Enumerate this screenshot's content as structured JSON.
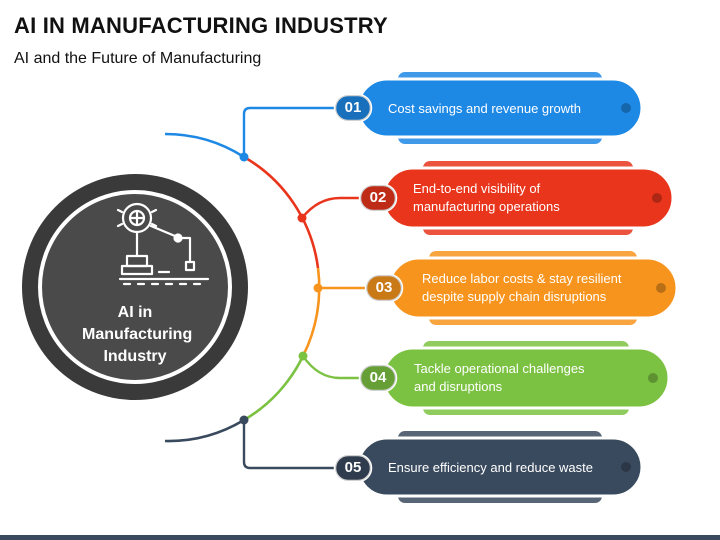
{
  "header": {
    "title": "AI IN MANUFACTURING INDUSTRY",
    "subtitle": "AI and the Future of Manufacturing"
  },
  "center": {
    "label": "AI in\nManufacturing\nIndustry",
    "icon": "robotic-arm-brain-icon"
  },
  "items": [
    {
      "number": "01",
      "text": "Cost savings and revenue growth",
      "color": "#1e88e5"
    },
    {
      "number": "02",
      "text": "End-to-end visibility of\nmanufacturing operations",
      "color": "#e8351c"
    },
    {
      "number": "03",
      "text": "Reduce labor costs & stay resilient\ndespite supply chain disruptions",
      "color": "#f7941d"
    },
    {
      "number": "04",
      "text": "Tackle operational challenges\nand disruptions",
      "color": "#7cc242"
    },
    {
      "number": "05",
      "text": "Ensure efficiency and reduce waste",
      "color": "#3a4a5e"
    }
  ],
  "colors": {
    "circle_outer": "#3a3a3a",
    "circle_inner": "#4a4a4a",
    "footer": "#3a4a5e"
  }
}
